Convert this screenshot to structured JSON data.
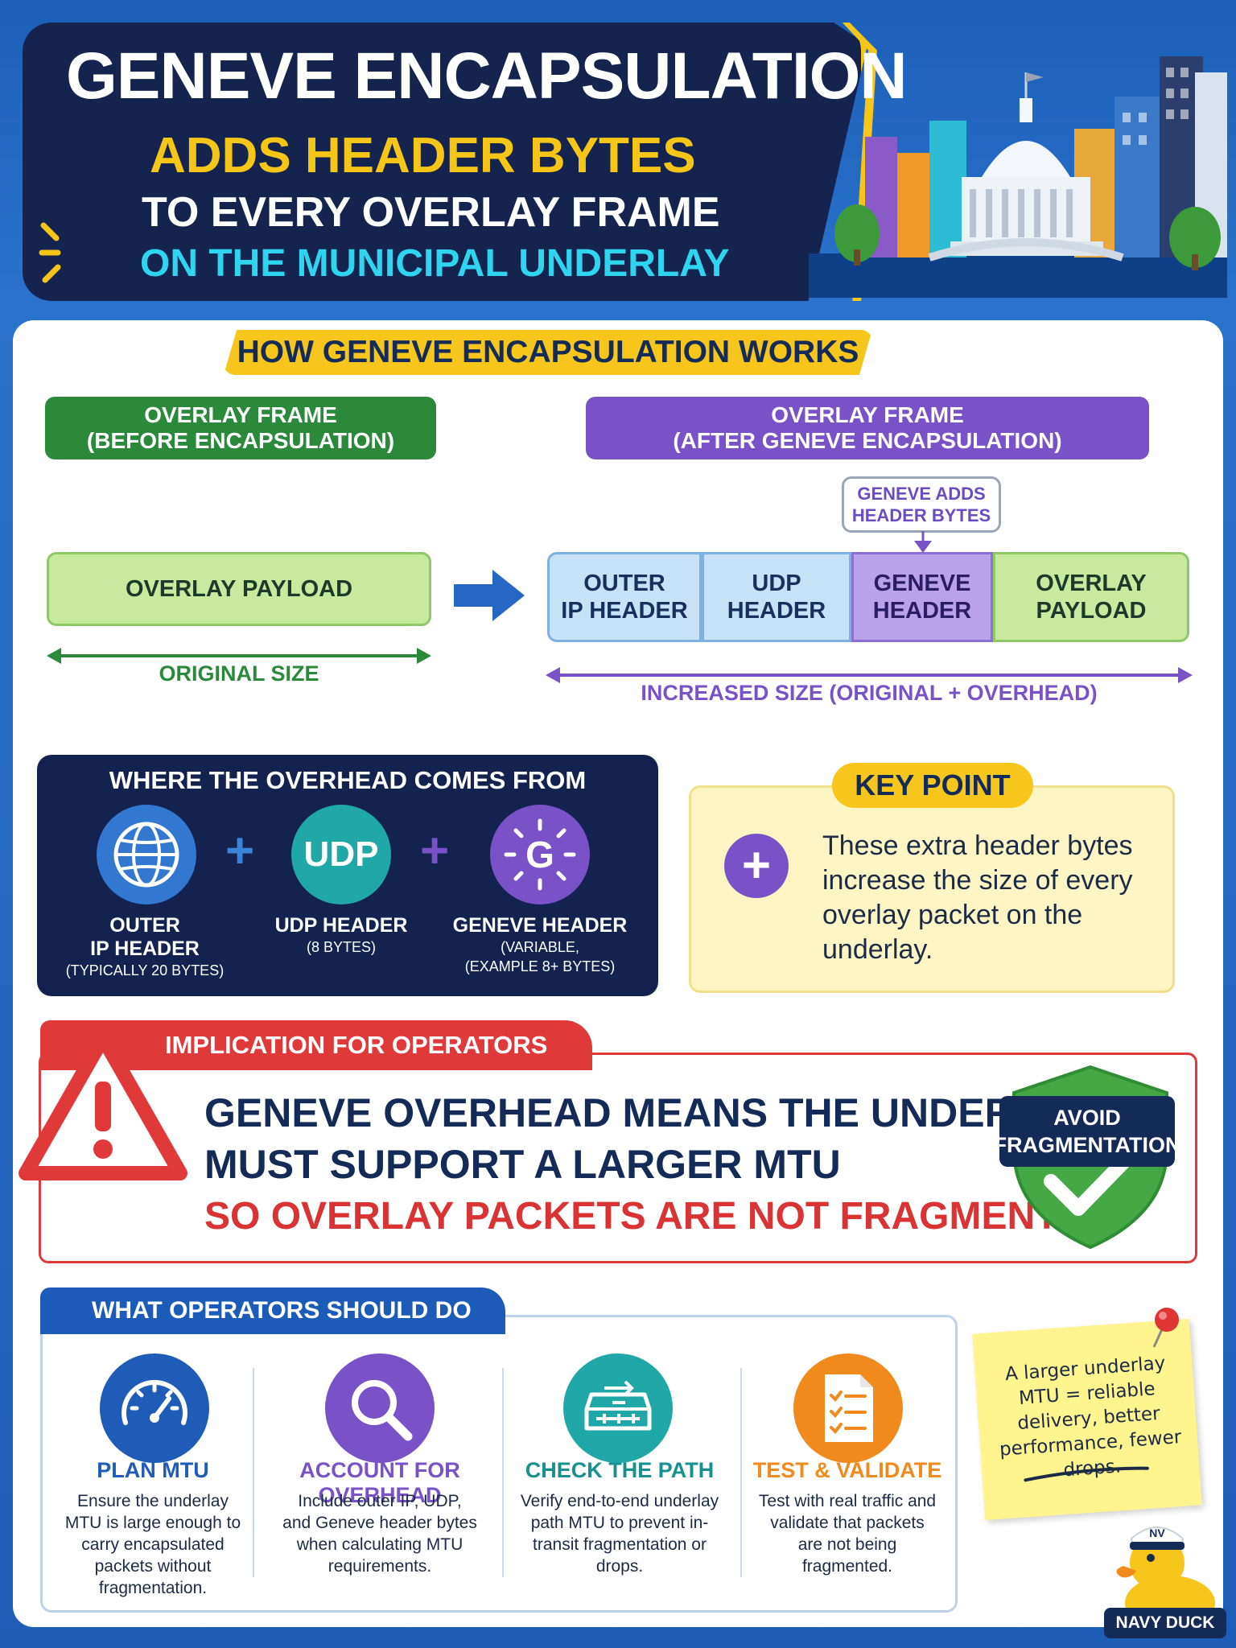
{
  "header": {
    "line1": "GENEVE ENCAPSULATION",
    "line2": "ADDS HEADER BYTES",
    "line3": "TO EVERY OVERLAY FRAME",
    "line4": "ON THE MUNICIPAL UNDERLAY"
  },
  "how": {
    "title": "HOW GENEVE ENCAPSULATION WORKS",
    "before": {
      "line1": "OVERLAY FRAME",
      "line2": "(BEFORE ENCAPSULATION)",
      "payload": "OVERLAY PAYLOAD",
      "size": "ORIGINAL SIZE"
    },
    "after": {
      "line1": "OVERLAY FRAME",
      "line2": "(AFTER GENEVE ENCAPSULATION)",
      "callout1": "GENEVE ADDS",
      "callout2": "HEADER BYTES",
      "segments": [
        {
          "l1": "OUTER",
          "l2": "IP HEADER"
        },
        {
          "l1": "UDP",
          "l2": "HEADER"
        },
        {
          "l1": "GENEVE",
          "l2": "HEADER"
        },
        {
          "l1": "OVERLAY",
          "l2": "PAYLOAD"
        }
      ],
      "size": "INCREASED SIZE (ORIGINAL + OVERHEAD)"
    }
  },
  "overhead": {
    "title": "WHERE THE OVERHEAD COMES FROM",
    "udp_icon": "UDP",
    "items": [
      {
        "l1": "OUTER",
        "l2": "IP HEADER",
        "sub": "(TYPICALLY 20 BYTES)"
      },
      {
        "l1": "UDP HEADER",
        "sub": "(8 BYTES)"
      },
      {
        "l1": "GENEVE HEADER",
        "sub1": "(VARIABLE,",
        "sub2": "(EXAMPLE 8+ BYTES)"
      }
    ]
  },
  "key": {
    "title": "KEY POINT",
    "text": "These extra header bytes increase the size of every overlay packet on the underlay."
  },
  "implication": {
    "title": "IMPLICATION FOR OPERATORS",
    "line1": "GENEVE OVERHEAD MEANS THE UNDERLAY",
    "line2": "MUST SUPPORT A LARGER MTU",
    "line3": "SO OVERLAY PACKETS ARE NOT FRAGMENTED",
    "badge1": "AVOID",
    "badge2": "FRAGMENTATION"
  },
  "operators": {
    "title": "WHAT OPERATORS SHOULD DO",
    "steps": [
      {
        "title": "PLAN MTU",
        "desc": "Ensure the underlay MTU is large enough to carry encapsulated packets without fragmentation."
      },
      {
        "title": "ACCOUNT FOR OVERHEAD",
        "desc": "Include outer IP, UDP, and Geneve header bytes when calculating MTU requirements."
      },
      {
        "title": "CHECK THE PATH",
        "desc": "Verify end-to-end underlay path MTU to prevent in-transit fragmentation or drops."
      },
      {
        "title": "TEST & VALIDATE",
        "desc": "Test with real traffic and validate that packets are not being fragmented."
      }
    ]
  },
  "note": {
    "text": "A larger underlay MTU = reliable delivery, better performance, fewer drops."
  },
  "brand": {
    "name": "NAVY DUCK",
    "cap": "NV"
  }
}
